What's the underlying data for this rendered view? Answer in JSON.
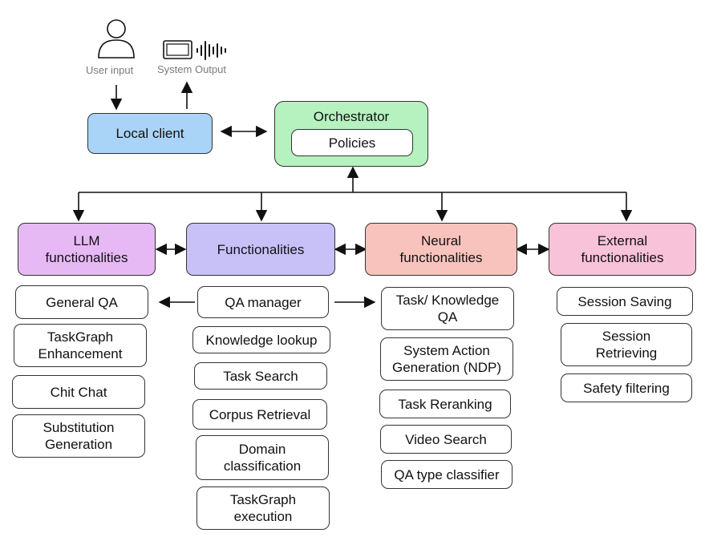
{
  "io": {
    "user_input": "User input",
    "system_output": "System Output"
  },
  "local_client": "Local client",
  "orchestrator": {
    "title": "Orchestrator",
    "policies": "Policies"
  },
  "modules": {
    "llm": "LLM\nfunctionalities",
    "functionalities": "Functionalities",
    "neural": "Neural\nfunctionalities",
    "external": "External\nfunctionalities"
  },
  "llm_items": [
    "General QA",
    "TaskGraph\nEnhancement",
    "Chit Chat",
    "Substitution\nGeneration"
  ],
  "func_items": [
    "QA manager",
    "Knowledge lookup",
    "Task Search",
    "Corpus Retrieval",
    "Domain\nclassification",
    "TaskGraph\nexecution"
  ],
  "neural_items": [
    "Task/ Knowledge\nQA",
    "System Action\nGeneration (NDP)",
    "Task Reranking",
    "Video Search",
    "QA type classifier"
  ],
  "external_items": [
    "Session Saving",
    "Session\nRetrieving",
    "Safety filtering"
  ],
  "colors": {
    "local_client": "#a9d4f7",
    "orchestrator": "#b6f1c0",
    "llm": "#e6b9f5",
    "functionalities": "#c7c1f8",
    "neural": "#f9c3bd",
    "external": "#f8c2d8"
  }
}
